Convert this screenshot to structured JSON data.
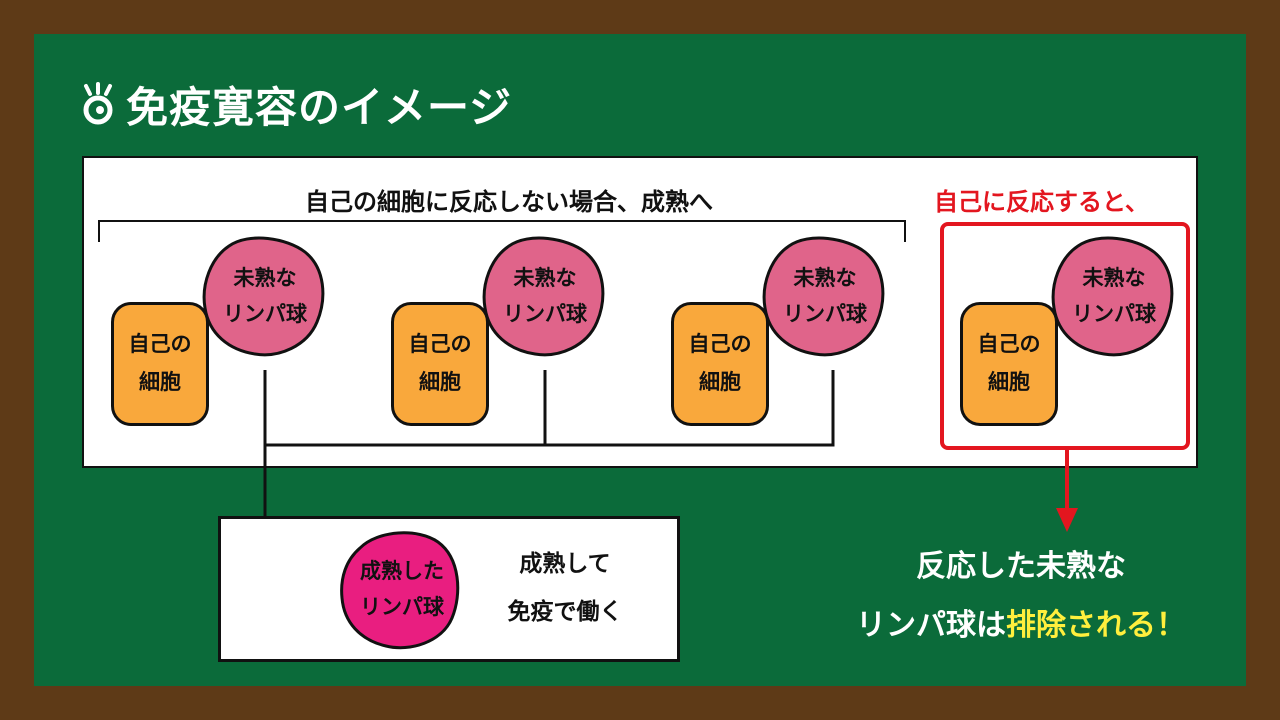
{
  "title": "免疫寛容のイメージ",
  "icon": "chalk-mark-icon",
  "top_label": "自己の細胞に反応しない場合、成熟へ",
  "react_label": "自己に反応すると、",
  "cell_line1": "自己の",
  "cell_line2": "細胞",
  "immature_line1": "未熟な",
  "immature_line2": "リンパ球",
  "mature_line1": "成熟した",
  "mature_line2": "リンパ球",
  "mature_desc_line1": "成熟して",
  "mature_desc_line2": "免疫で働く",
  "result_line1": "反応した未熟な",
  "result_line2_prefix": "リンパ球は",
  "result_line2_highlight": "排除される",
  "result_line2_suffix": "！",
  "colors": {
    "board": "#0b6b3a",
    "frame": "#5e3a17",
    "self_cell": "#f9a83c",
    "immature": "#e0648a",
    "mature": "#e91e80",
    "alert": "#e3161f",
    "highlight": "#ffef3d"
  }
}
